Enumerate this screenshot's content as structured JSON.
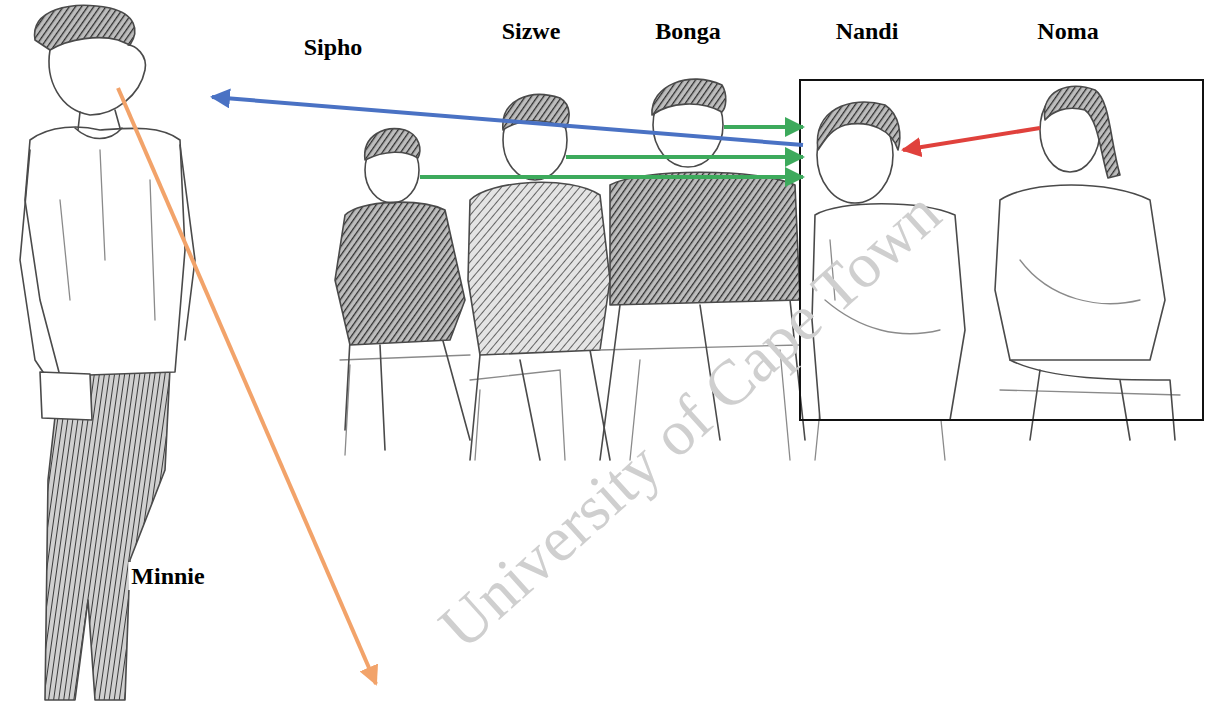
{
  "diagram": {
    "nodes": [
      {
        "text": [
          "Sipho"
        ]
      },
      {
        "text": [
          "Sizwe"
        ]
      },
      {
        "text": [
          "Bonga"
        ]
      },
      {
        "text": [
          "Nandi"
        ]
      },
      {
        "text": [
          "Noma"
        ]
      },
      {
        "text": [
          "Minnie"
        ]
      }
    ],
    "edges": [
      {
        "from": 0,
        "to": 3,
        "arrow": "to"
      },
      {
        "from": 1,
        "to": 3,
        "arrow": "to"
      },
      {
        "from": 2,
        "to": 3,
        "arrow": "to"
      },
      {
        "from": 3,
        "to": 5,
        "arrow": "to"
      },
      {
        "from": 4,
        "to": 3,
        "arrow": "to"
      }
    ],
    "labels": [
      "University of Cape Town"
    ]
  }
}
